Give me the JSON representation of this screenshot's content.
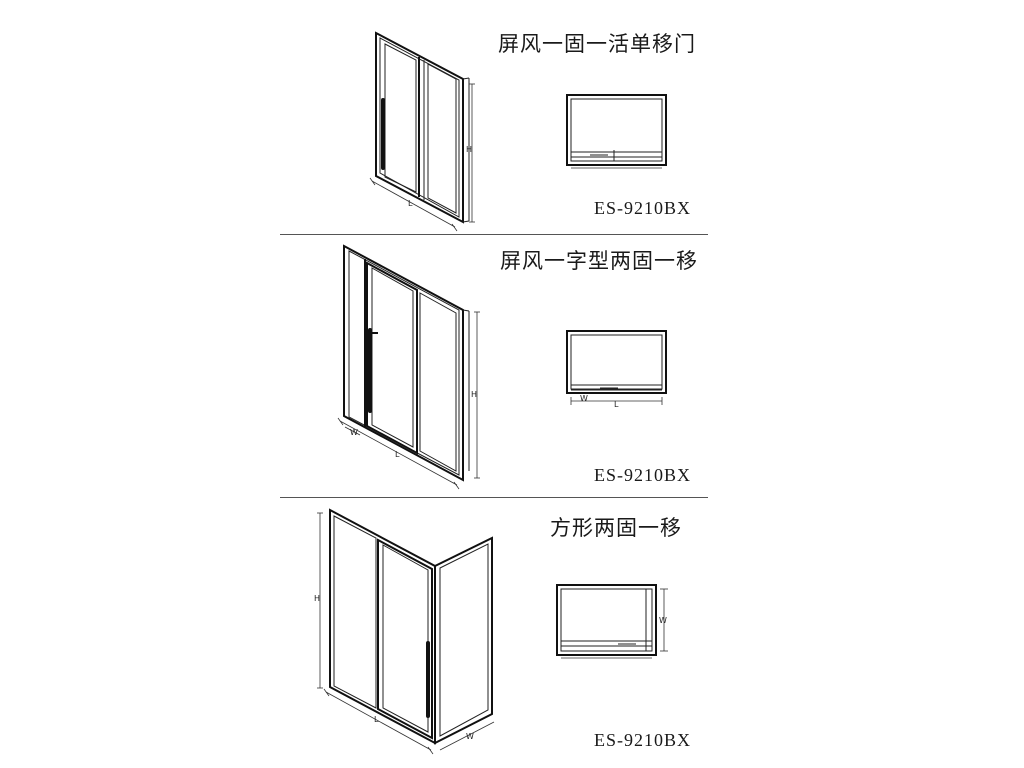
{
  "sections": [
    {
      "title": "屏风一固一活单移门",
      "model": "ES-9210BX"
    },
    {
      "title": "屏风一字型两固一移",
      "model": "ES-9210BX"
    },
    {
      "title": "方形两固一移",
      "model": "ES-9210BX"
    }
  ],
  "dimension_marks": {
    "height": "H",
    "length": "L",
    "width": "W"
  }
}
